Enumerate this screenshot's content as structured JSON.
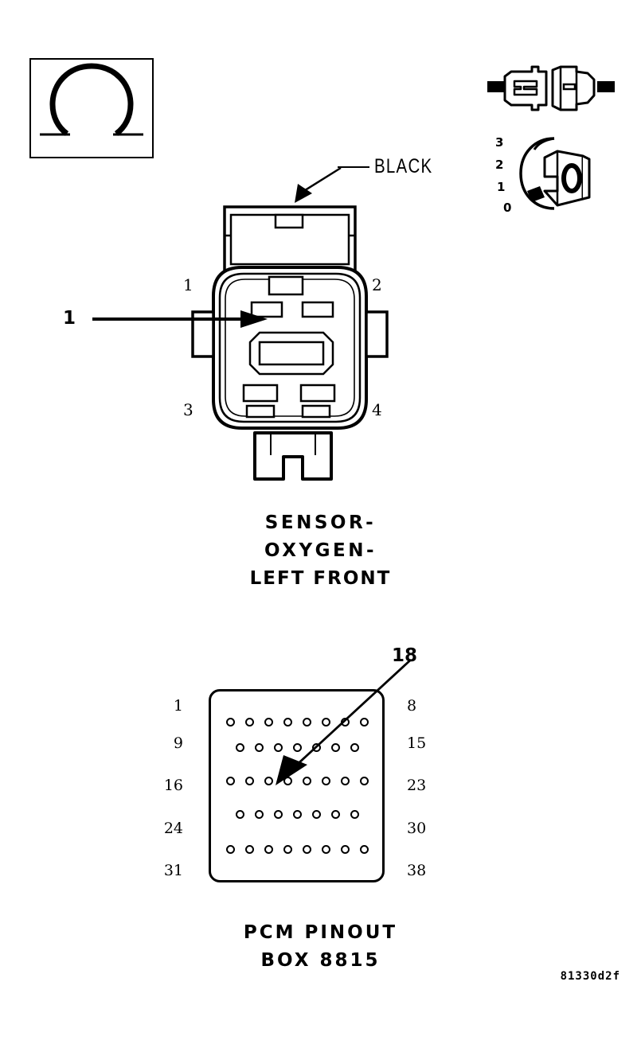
{
  "figure": {
    "id_code": "81330d2f",
    "symbol_box": {
      "glyph": "omega-symbol",
      "meaning": "ohms"
    }
  },
  "connector_detail": {
    "color_callout": "BLACK",
    "pin_callout": "1",
    "cavity_numbers": [
      "1",
      "2",
      "3",
      "4"
    ],
    "name_lines": [
      "SENSOR-",
      "OXYGEN-",
      "LEFT FRONT"
    ]
  },
  "orientation_icon": {
    "scale_labels": [
      "3",
      "2",
      "1",
      "0"
    ]
  },
  "pcm": {
    "callout": "18",
    "name_lines": [
      "PCM PINOUT",
      "BOX 8815"
    ],
    "left_labels": [
      "1",
      "9",
      "16",
      "24",
      "31"
    ],
    "right_labels": [
      "8",
      "15",
      "23",
      "30",
      "38"
    ],
    "rows": [
      {
        "start": 1,
        "end": 8,
        "count": 8,
        "inset": false
      },
      {
        "start": 9,
        "end": 15,
        "count": 7,
        "inset": true
      },
      {
        "start": 16,
        "end": 23,
        "count": 8,
        "inset": false
      },
      {
        "start": 24,
        "end": 30,
        "count": 7,
        "inset": true
      },
      {
        "start": 31,
        "end": 38,
        "count": 8,
        "inset": false
      }
    ],
    "highlighted_pin": 18
  },
  "colors": {
    "line": "#000000",
    "background": "#ffffff"
  }
}
